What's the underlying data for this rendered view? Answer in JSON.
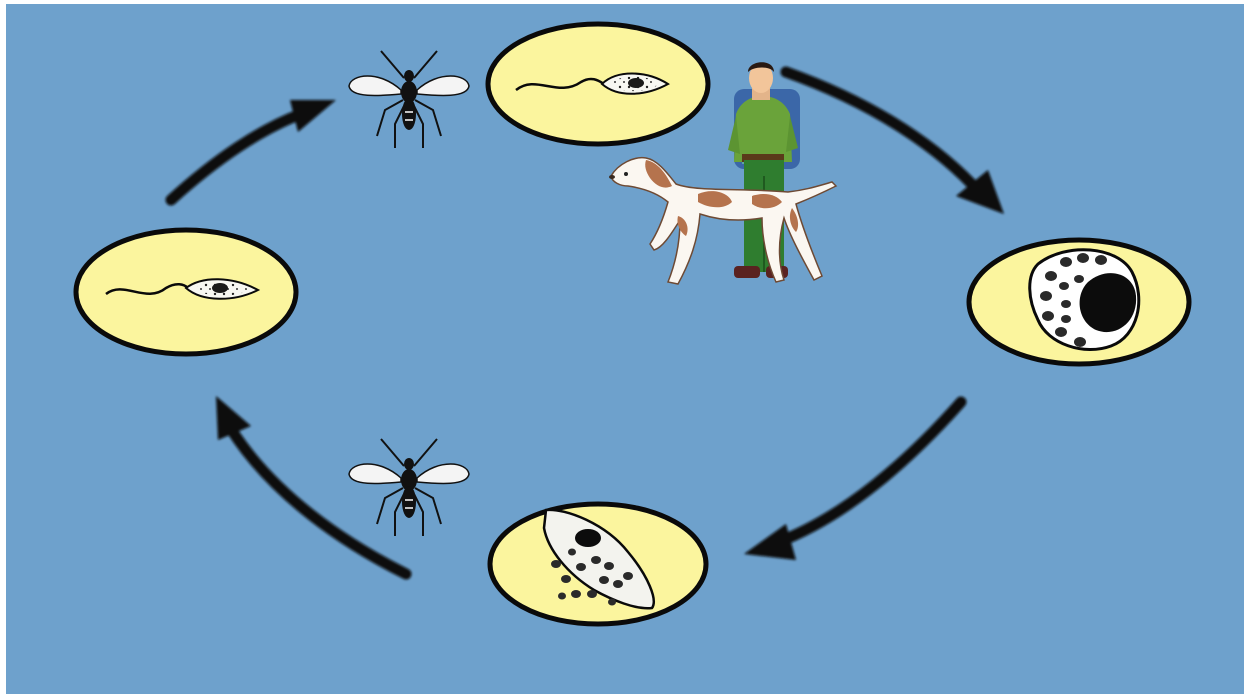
{
  "diagram": {
    "background_color": "#6ea1cc",
    "frame_color": "#ffffff",
    "stage_fill": "#fbf59e",
    "outline_color": "#0a0a0a",
    "arrow_color": "#0a0a0a",
    "stages": [
      {
        "id": "promastigote-top",
        "icon": "promastigote-icon"
      },
      {
        "id": "amastigote-macrophage",
        "icon": "infected-macrophage-icon"
      },
      {
        "id": "ruptured-cell",
        "icon": "ruptured-cell-icon"
      },
      {
        "id": "promastigote-left",
        "icon": "promastigote-icon"
      }
    ],
    "vectors": [
      {
        "id": "sandfly-top",
        "icon": "sandfly-icon"
      },
      {
        "id": "sandfly-bottom",
        "icon": "sandfly-icon"
      }
    ],
    "hosts": [
      {
        "id": "hiker",
        "icon": "hiker-icon",
        "colors": {
          "shirt": "#6aa33a",
          "pack": "#3b67a8",
          "skin": "#f2c59a"
        }
      },
      {
        "id": "dog",
        "icon": "pointer-dog-icon",
        "colors": {
          "coat": "#fbf7f1",
          "patch": "#b5734d"
        }
      }
    ],
    "arrows": [
      "arrow-top-right",
      "arrow-right-down",
      "arrow-bottom-left",
      "arrow-left-up",
      "arrow-up-to-fly"
    ]
  }
}
